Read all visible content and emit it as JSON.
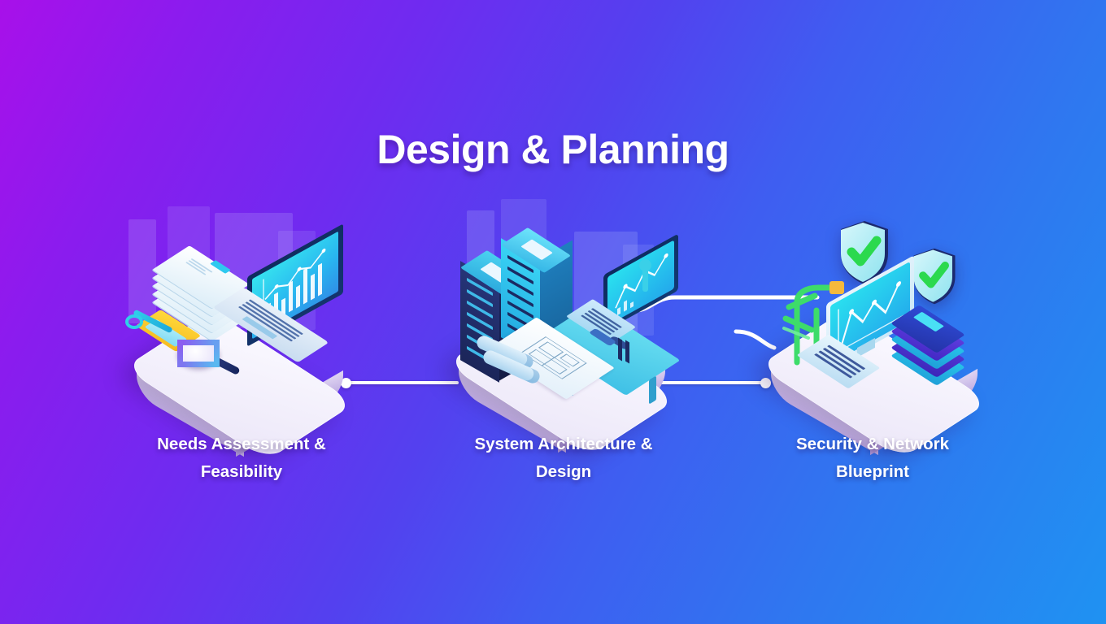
{
  "page": {
    "title": "Design & Planning",
    "background_gradient_from": "#a810ea",
    "background_gradient_to": "#1f92f2",
    "text_color": "#ffffff"
  },
  "steps": [
    {
      "id": "needs-assessment",
      "label_line1": "Needs Assessment &",
      "label_line2": "Feasibility",
      "illustration": "laptop-documents-magnifier",
      "platform_color": "#f4f1fc",
      "accent_color": "#2ec9ef",
      "icons": [
        "laptop-icon",
        "document-stack-icon",
        "magnifier-icon",
        "folder-icon",
        "bar-chart-icon"
      ]
    },
    {
      "id": "system-architecture",
      "label_line1": "System Architecture &",
      "label_line2": "Design",
      "illustration": "server-racks-blueprint-desk",
      "platform_color": "#f4f1fc",
      "accent_color": "#2ec9ef",
      "icons": [
        "server-rack-icon",
        "monitor-icon",
        "keyboard-icon",
        "blueprint-icon",
        "blueprint-tube-icon"
      ]
    },
    {
      "id": "security-network",
      "label_line1": "Security & Network",
      "label_line2": "Blueprint",
      "illustration": "shields-monitor-network",
      "platform_color": "#f4f1fc",
      "accent_color": "#3ddc6a",
      "icons": [
        "shield-check-icon",
        "monitor-icon",
        "keyboard-icon",
        "server-stack-icon",
        "network-cable-icon"
      ]
    }
  ],
  "connectors": [
    {
      "id": "connector-1-2",
      "from": "needs-assessment",
      "to": "system-architecture",
      "style": "line-with-nodes"
    },
    {
      "id": "connector-2-3",
      "from": "system-architecture",
      "to": "security-network",
      "style": "line-with-nodes"
    },
    {
      "id": "cable-upper",
      "from": "system-architecture",
      "to": "security-network",
      "style": "curved-cable"
    }
  ]
}
